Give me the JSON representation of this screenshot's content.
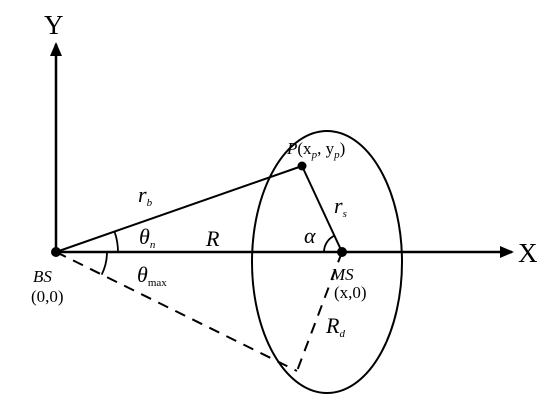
{
  "axes": {
    "y_label": "Y",
    "x_label": "X"
  },
  "points": {
    "bs_label": "BS",
    "bs_coord": "(0,0)",
    "ms_label": "MS",
    "ms_coord": "(x,0)",
    "p_label_prefix": "P",
    "p_label_body": "(x",
    "p_sub_1": "p",
    "p_sep": ", y",
    "p_sub_2": "p",
    "p_close": ")"
  },
  "labels": {
    "r_b_base": "r",
    "r_b_sub": "b",
    "r_s_base": "r",
    "r_s_sub": "s",
    "R": "R",
    "R_d_base": "R",
    "R_d_sub": "d",
    "theta_n_base": "θ",
    "theta_n_sub": "n",
    "theta_max_base": "θ",
    "theta_max_sub": "max",
    "alpha": "α"
  },
  "colors": {
    "line": "#000000",
    "background": "#ffffff"
  }
}
